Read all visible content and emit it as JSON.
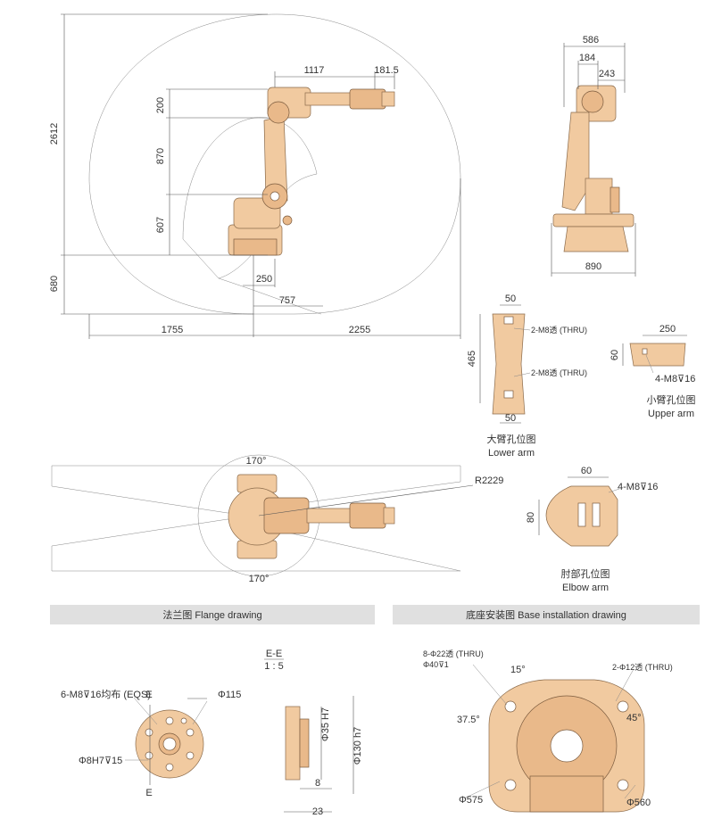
{
  "side_view": {
    "dims": {
      "d1117": "1117",
      "d181_5": "181.5",
      "d200": "200",
      "d870": "870",
      "d607": "607",
      "d2612": "2612",
      "d680": "680",
      "d250": "250",
      "d757": "757",
      "d1755": "1755",
      "d2255": "2255"
    }
  },
  "front_view": {
    "dims": {
      "d586": "586",
      "d184": "184",
      "d243": "243",
      "d890": "890"
    }
  },
  "lower_arm": {
    "dims": {
      "top50": "50",
      "bot50": "50",
      "h465": "465"
    },
    "hole_top": "2-M8透 (THRU)",
    "hole_bot": "2-M8透 (THRU)",
    "caption_cn": "大臂孔位图",
    "caption_en": "Lower arm"
  },
  "upper_arm": {
    "dims": {
      "w250": "250",
      "h60": "60"
    },
    "hole": "4-M8⊽16",
    "caption_cn": "小臂孔位图",
    "caption_en": "Upper arm"
  },
  "top_view": {
    "angle_top": "170°",
    "angle_bot": "170°",
    "radius": "R2229"
  },
  "elbow": {
    "dims": {
      "w60": "60",
      "h80": "80"
    },
    "hole": "4-M8⊽16",
    "caption_cn": "肘部孔位图",
    "caption_en": "Elbow arm"
  },
  "flange": {
    "band_title": "法兰图 Flange drawing",
    "holes_label": "6-M8⊽16均布 (EQS)",
    "dia115": "Φ115",
    "pin_label": "Φ8H7⊽15",
    "section_mark_top": "E",
    "section_mark_bot": "E",
    "section_title": "E-E",
    "section_scale": "1 : 5",
    "dia35": "Φ35 H7",
    "dia130": "Φ130 h7",
    "d8": "8",
    "d23": "23"
  },
  "base": {
    "band_title": "底座安装图 Base installation drawing",
    "holes22": "8-Φ22透 (THRU)",
    "cbore40": "Φ40⊽1",
    "holes12": "2-Φ12透 (THRU)",
    "a15": "15°",
    "a37_5": "37.5°",
    "a45": "45°",
    "d575": "Φ575",
    "d560": "Φ560"
  }
}
